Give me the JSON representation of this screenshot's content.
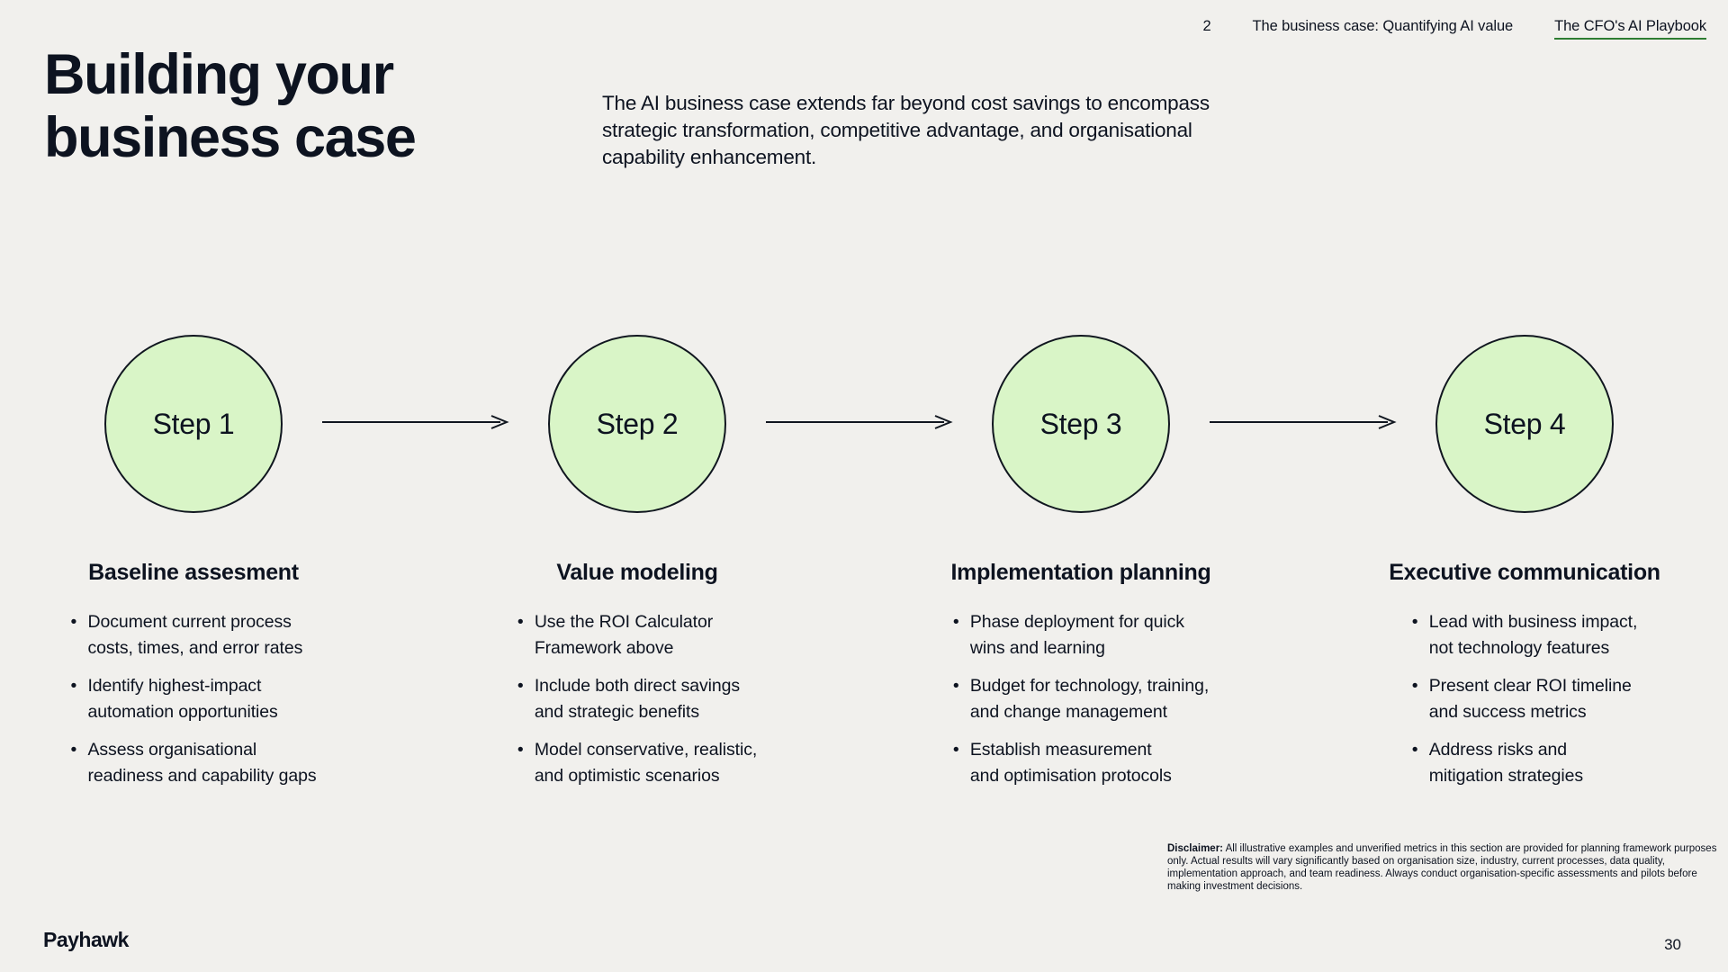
{
  "colors": {
    "background": "#f1f0ed",
    "text": "#0d1320",
    "circle_fill": "#d9f5c7",
    "circle_stroke": "#10161f",
    "link_underline_green": "#2e7d32"
  },
  "header": {
    "page_indicator": "2",
    "section_title": "The business case: Quantifying AI value",
    "playbook_title": "The CFO's AI Playbook"
  },
  "title": "Building your\nbusiness case",
  "intro": "The AI business case extends far beyond cost savings to encompass\nstrategic transformation, competitive advantage, and organisational\ncapability enhancement.",
  "steps": [
    {
      "circle_label": "Step 1",
      "heading": "Baseline assesment",
      "bullets": [
        "Document current process\ncosts, times, and error rates",
        "Identify highest-impact\nautomation opportunities",
        "Assess organisational\nreadiness and capability gaps"
      ]
    },
    {
      "circle_label": "Step 2",
      "heading": "Value modeling",
      "bullets": [
        "Use the ROI Calculator\nFramework above",
        "Include both direct savings\nand strategic benefits",
        "Model conservative, realistic,\nand optimistic scenarios"
      ]
    },
    {
      "circle_label": "Step 3",
      "heading": "Implementation planning",
      "bullets": [
        "Phase deployment for quick\nwins and learning",
        "Budget for technology, training,\nand change management",
        "Establish measurement\nand optimisation protocols"
      ]
    },
    {
      "circle_label": "Step 4",
      "heading": "Executive communication",
      "bullets": [
        "Lead with business impact,\nnot technology features",
        "Present clear ROI timeline\nand success metrics",
        "Address risks and\nmitigation strategies"
      ]
    }
  ],
  "disclaimer": {
    "label": "Disclaimer:",
    "text": "All illustrative examples and unverified metrics in this section are provided for planning framework purposes only. Actual results will vary significantly based on organisation size, industry, current processes, data quality, implementation approach, and team readiness. Always conduct organisation-specific assessments and pilots before making investment decisions."
  },
  "footer": {
    "logo": "Payhawk",
    "page_number": "30"
  }
}
